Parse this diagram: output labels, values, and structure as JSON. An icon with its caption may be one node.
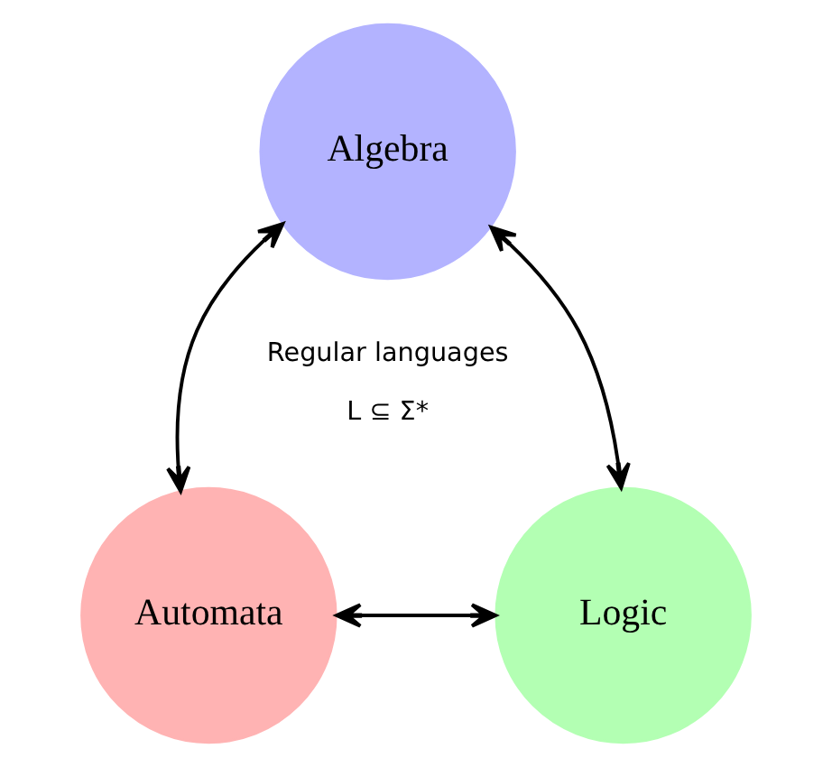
{
  "diagram": {
    "nodes": [
      {
        "text": [
          "Algebra"
        ]
      },
      {
        "text": [
          "Automata"
        ]
      },
      {
        "text": [
          "Logic"
        ]
      }
    ],
    "edges": [
      {
        "from": 0,
        "to": 1,
        "arrow": "both"
      },
      {
        "from": 0,
        "to": 2,
        "arrow": "both"
      },
      {
        "from": 1,
        "to": 2,
        "arrow": "both"
      }
    ],
    "labels": [
      "Regular languages",
      "L ⊆ Σ*"
    ]
  }
}
